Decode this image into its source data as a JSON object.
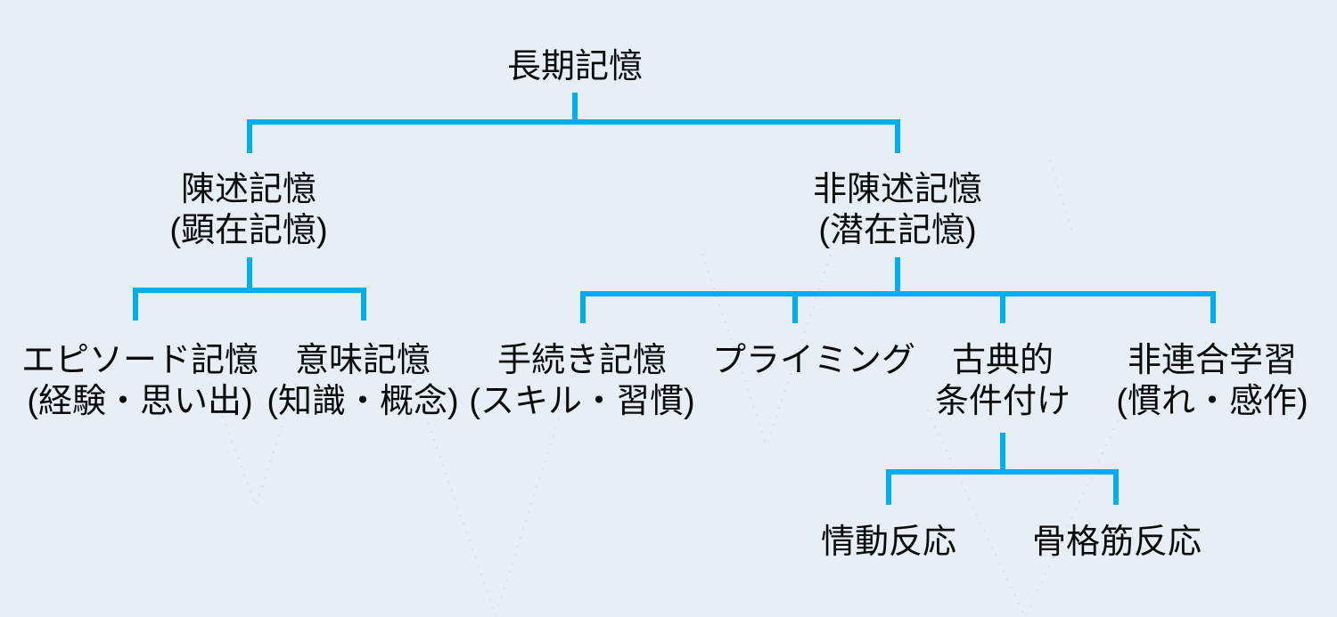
{
  "diagram": {
    "title": "長期記憶",
    "colors": {
      "background": "#e8eef6",
      "line": "#00aeef",
      "text": "#0a0a0a",
      "watermark": "#c3cfe3"
    },
    "nodes": {
      "root": {
        "label": "長期記憶"
      },
      "declarative": {
        "label": "陳述記憶",
        "note": "(顕在記憶)"
      },
      "nondeclarative": {
        "label": "非陳述記憶",
        "note": "(潜在記憶)"
      },
      "episodic": {
        "label": "エピソード記憶",
        "note": "(経験・思い出)"
      },
      "semantic": {
        "label": "意味記憶",
        "note": "(知識・概念)"
      },
      "procedural": {
        "label": "手続き記憶",
        "note": "(スキル・習慣)"
      },
      "priming": {
        "label": "プライミング"
      },
      "classical": {
        "label": "古典的",
        "note": "条件付け"
      },
      "nonassociative": {
        "label": "非連合学習",
        "note": "(慣れ・感作)"
      },
      "emotional": {
        "label": "情動反応"
      },
      "skeletal": {
        "label": "骨格筋反応"
      }
    }
  }
}
